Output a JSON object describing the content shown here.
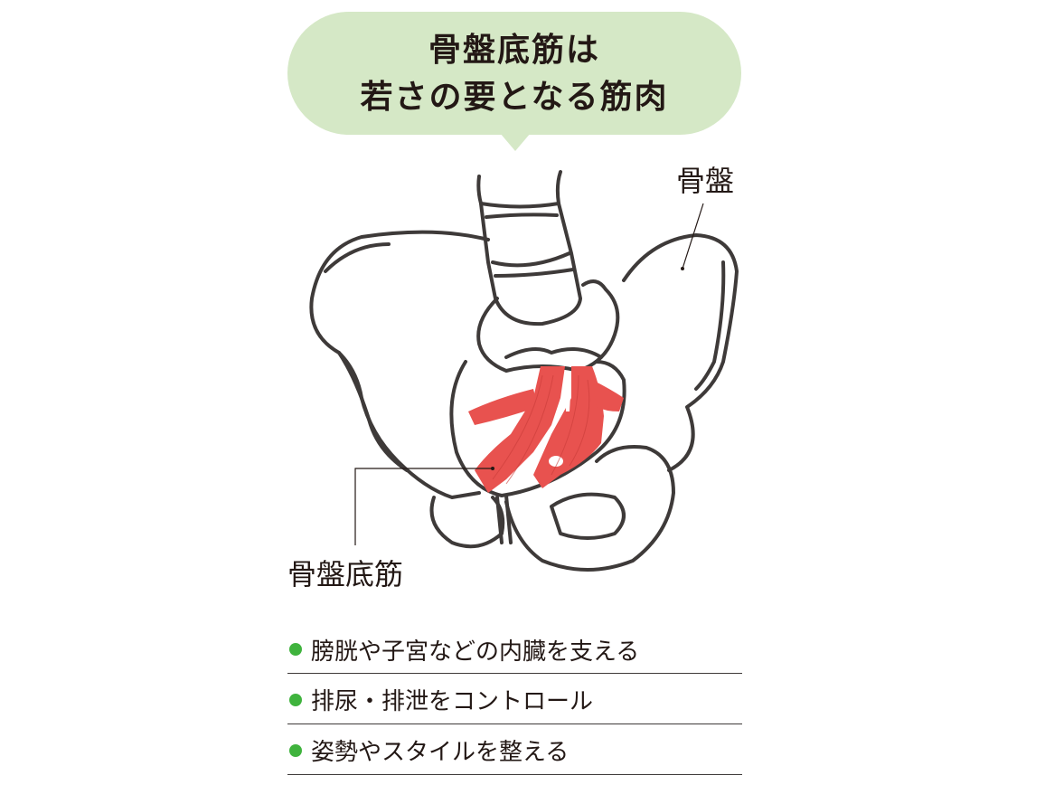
{
  "callout": {
    "line1": "骨盤底筋は",
    "line2": "若さの要となる筋肉",
    "color": "#d5e8c6"
  },
  "illustration": {
    "labels": {
      "pelvis": "骨盤",
      "pelvic_floor": "骨盤底筋"
    },
    "muscle_color": "#e8524f",
    "outline_color": "#3e3a39"
  },
  "functions": {
    "bullet_color": "#3fb33d",
    "items": [
      {
        "text": "膀胱や子宮などの内臓を支える"
      },
      {
        "text": "排尿・排泄をコントロール"
      },
      {
        "text": "姿勢やスタイルを整える"
      }
    ]
  }
}
